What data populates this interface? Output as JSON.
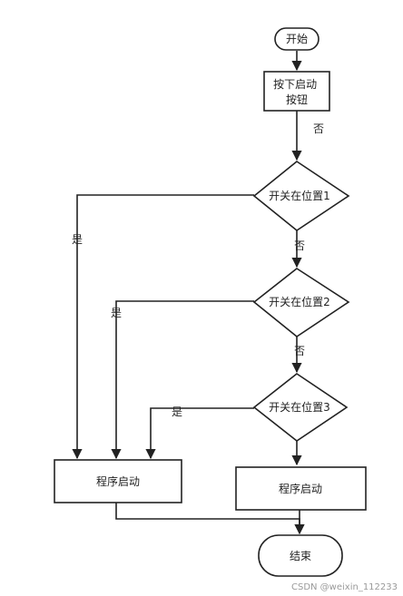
{
  "nodes": {
    "start": "开始",
    "press_button": [
      "按下启动",
      "按钮"
    ],
    "check_pos1": "开关在位置1",
    "check_pos2": "开关在位置2",
    "check_pos3": "开关在位置3",
    "program_start_left": "程序启动",
    "program_start_right": "程序启动",
    "end": "结束"
  },
  "edge_labels": {
    "no_1": "否",
    "no_2": "否",
    "no_3": "否",
    "yes_1": "是",
    "yes_2": "是",
    "yes_3": "是"
  },
  "watermark": "CSDN @weixin_112233"
}
